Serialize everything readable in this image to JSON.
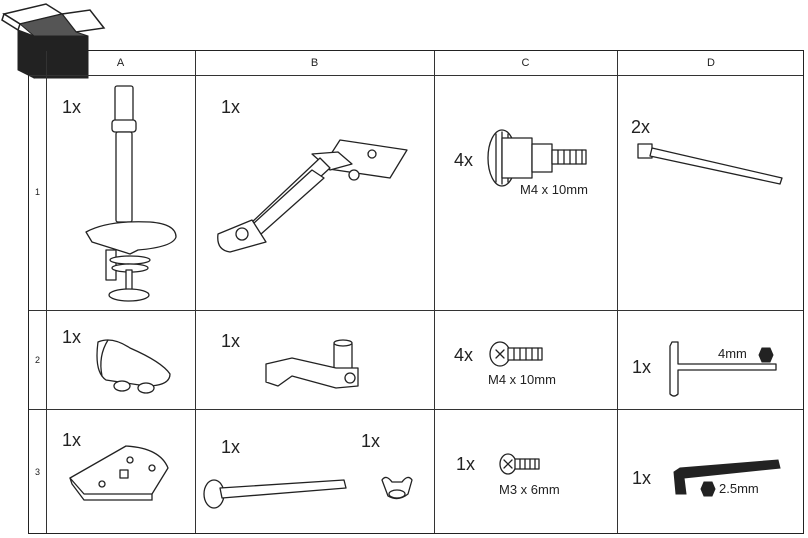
{
  "header": {
    "columns": [
      "A",
      "B",
      "C",
      "D"
    ],
    "rows": [
      "1",
      "2",
      "3"
    ]
  },
  "parts": {
    "a1": {
      "qty": "1x"
    },
    "b1": {
      "qty": "1x"
    },
    "c1": {
      "qty": "4x",
      "label": "M4 x 10mm"
    },
    "d1": {
      "qty": "2x"
    },
    "a2": {
      "qty": "1x"
    },
    "b2": {
      "qty": "1x"
    },
    "c2": {
      "qty": "4x",
      "label": "M4 x 10mm"
    },
    "d2": {
      "qty": "1x",
      "label": "4mm"
    },
    "a3": {
      "qty": "1x"
    },
    "b3a": {
      "qty": "1x"
    },
    "b3b": {
      "qty": "1x"
    },
    "c3": {
      "qty": "1x",
      "label": "M3 x 6mm"
    },
    "d3": {
      "qty": "1x",
      "label": "2.5mm"
    }
  },
  "icons": [
    "box-icon",
    "pole-clamp-icon",
    "monitor-arm-icon",
    "thumb-screw-icon",
    "cable-tie-icon",
    "base-cover-icon",
    "arm-extension-icon",
    "phillips-screw-icon",
    "t-hex-key-icon",
    "grommet-plate-icon",
    "bolt-icon",
    "wing-nut-icon",
    "hex-key-icon"
  ]
}
